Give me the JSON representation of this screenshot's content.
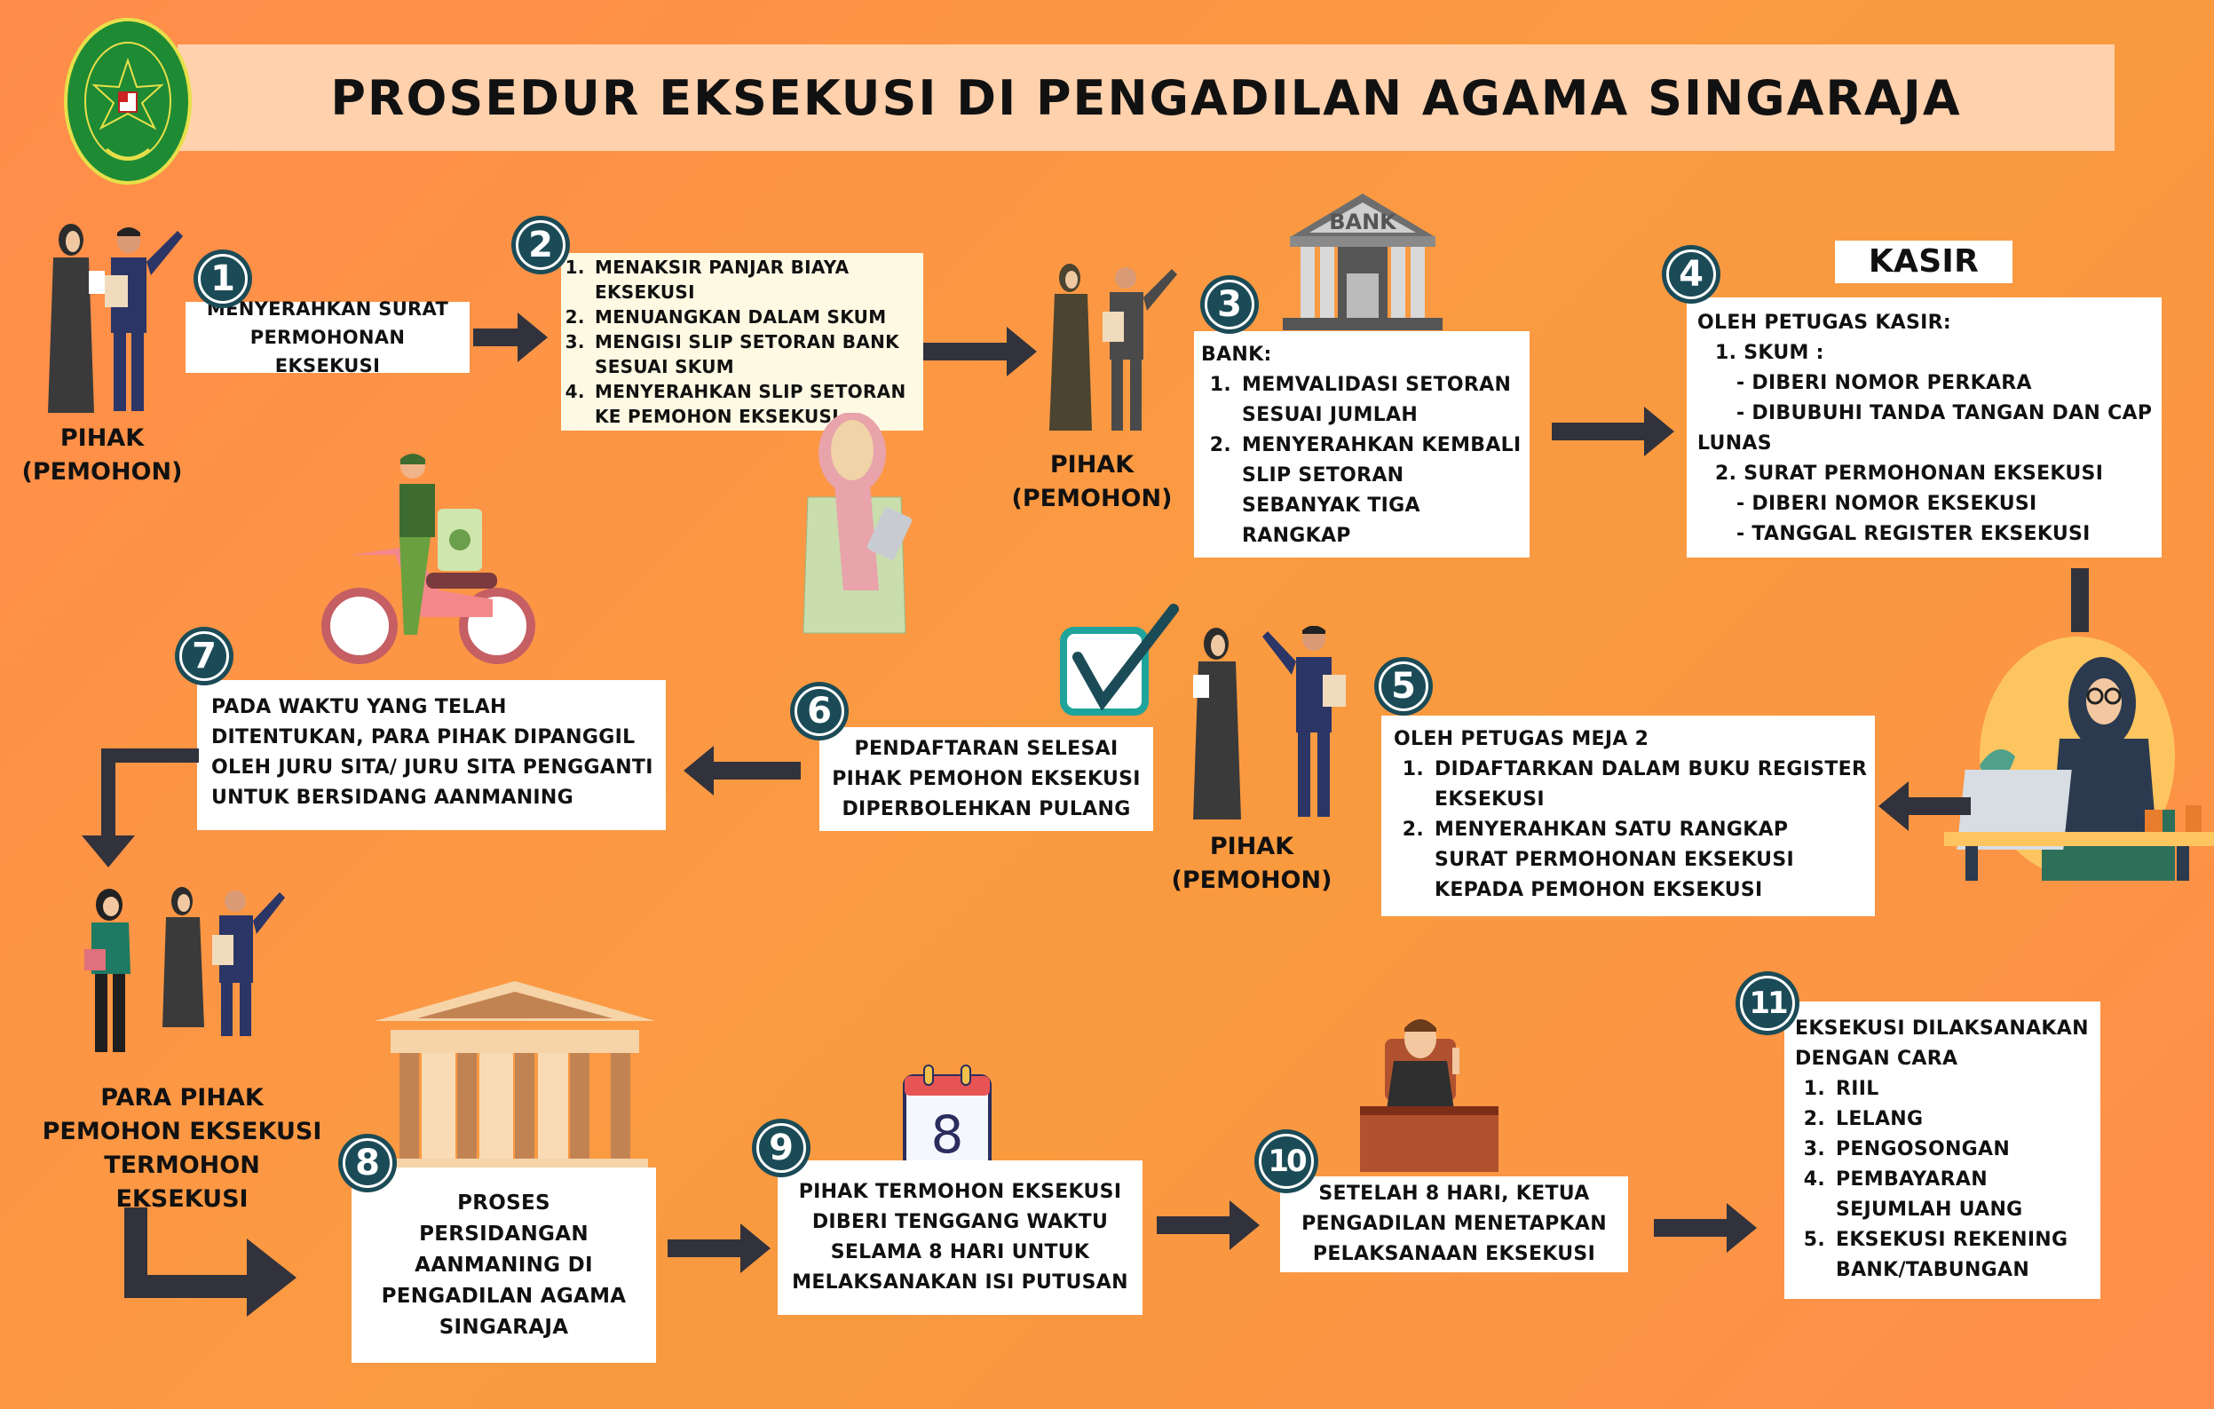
{
  "header": {
    "title": "PROSEDUR EKSEKUSI DI PENGADILAN AGAMA SINGARAJA",
    "logo_text": "PENGADILAN AGAMA SINGARAJA",
    "logo_icon": "court-emblem-icon"
  },
  "colors": {
    "background": "#fb9a42",
    "title_band": "#ffd1ad",
    "badge": "#1b4b57",
    "arrow": "#32323c",
    "box": "#ffffff",
    "box_cream": "#fdf9e3",
    "logo_green": "#1e8a34"
  },
  "steps": [
    {
      "number": "1",
      "text": "MENYERAHKAN SURAT PERMOHONAN EKSEKUSI"
    },
    {
      "number": "2",
      "items": [
        "MENAKSIR PANJAR BIAYA EKSEKUSI",
        "MENUANGKAN DALAM SKUM",
        "MENGISI SLIP SETORAN BANK SESUAI SKUM",
        "MENYERAHKAN SLIP SETORAN KE PEMOHON EKSEKUSI"
      ]
    },
    {
      "number": "3",
      "heading": "BANK:",
      "items": [
        "MEMVALIDASI SETORAN SESUAI JUMLAH",
        "MENYERAHKAN KEMBALI SLIP SETORAN SEBANYAK TIGA RANGKAP"
      ],
      "icon_label": "BANK"
    },
    {
      "number": "4",
      "title": "KASIR",
      "heading": "OLEH PETUGAS KASIR:",
      "lines": [
        "1. SKUM :",
        "- DIBERI NOMOR PERKARA",
        "- DIBUBUHI TANDA TANGAN DAN CAP",
        "LUNAS",
        "2. SURAT PERMOHONAN EKSEKUSI",
        "- DIBERI NOMOR EKSEKUSI",
        "- TANGGAL REGISTER EKSEKUSI"
      ]
    },
    {
      "number": "5",
      "heading": "OLEH PETUGAS MEJA 2",
      "items": [
        "DIDAFTARKAN DALAM BUKU REGISTER EKSEKUSI",
        "MENYERAHKAN SATU RANGKAP SURAT PERMOHONAN EKSEKUSI KEPADA PEMOHON EKSEKUSI"
      ]
    },
    {
      "number": "6",
      "lines": [
        "PENDAFTARAN SELESAI",
        "PIHAK PEMOHON EKSEKUSI",
        "DIPERBOLEHKAN PULANG"
      ]
    },
    {
      "number": "7",
      "text": "PADA WAKTU YANG TELAH DITENTUKAN, PARA PIHAK DIPANGGIL OLEH JURU SITA/ JURU SITA PENGGANTI UNTUK BERSIDANG AANMANING"
    },
    {
      "number": "8",
      "lines": [
        "PROSES",
        "PERSIDANGAN",
        "AANMANING DI",
        "PENGADILAN AGAMA",
        "SINGARAJA"
      ]
    },
    {
      "number": "9",
      "lines": [
        "PIHAK TERMOHON EKSEKUSI",
        "DIBERI TENGGANG WAKTU",
        "SELAMA 8 HARI UNTUK",
        "MELAKSANAKAN ISI PUTUSAN"
      ],
      "calendar_value": "8"
    },
    {
      "number": "10",
      "lines": [
        "SETELAH 8 HARI, KETUA",
        "PENGADILAN MENETAPKAN",
        "PELAKSANAAN EKSEKUSI"
      ]
    },
    {
      "number": "11",
      "heading": "EKSEKUSI DILAKSANAKAN DENGAN CARA",
      "items": [
        "RIIL",
        "LELANG",
        "PENGOSONGAN",
        "PEMBAYARAN SEJUMLAH UANG",
        "EKSEKUSI REKENING BANK/TABUNGAN"
      ]
    }
  ],
  "labels": {
    "pihak_1": [
      "PIHAK",
      "(PEMOHON)"
    ],
    "pihak_3": [
      "PIHAK",
      "(PEMOHON)"
    ],
    "pihak_5": [
      "PIHAK",
      "(PEMOHON)"
    ],
    "para_pihak": [
      "PARA PIHAK",
      "PEMOHON EKSEKUSI",
      "TERMOHON EKSEKUSI"
    ]
  }
}
